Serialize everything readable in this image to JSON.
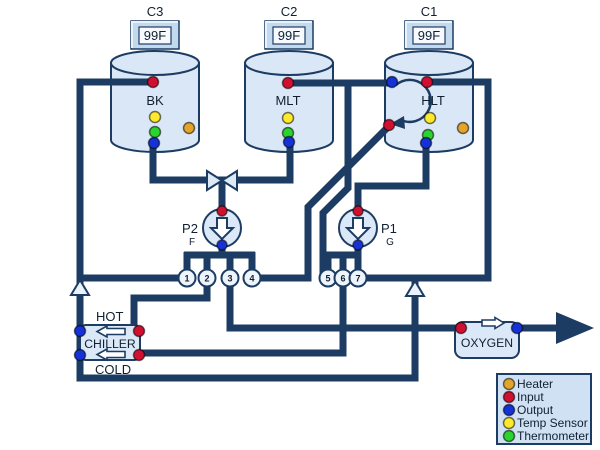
{
  "controllers": {
    "c3": {
      "name": "C3",
      "reading": "99F"
    },
    "c2": {
      "name": "C2",
      "reading": "99F"
    },
    "c1": {
      "name": "C1",
      "reading": "99F"
    }
  },
  "vessels": {
    "bk": {
      "name": "BK"
    },
    "mlt": {
      "name": "MLT"
    },
    "hlt": {
      "name": "HLT"
    }
  },
  "pumps": {
    "p2": {
      "name": "P2",
      "tag": "F"
    },
    "p1": {
      "name": "P1",
      "tag": "G"
    }
  },
  "valves": {
    "numbers": [
      "1",
      "2",
      "3",
      "4",
      "5",
      "6",
      "7"
    ]
  },
  "chiller": {
    "label": "CHILLER",
    "top_label": "HOT",
    "bottom_label": "COLD"
  },
  "oxygen": {
    "label": "OXYGEN"
  },
  "legend": {
    "items": [
      {
        "label": "Heater",
        "color": "#e2a42b"
      },
      {
        "label": "Input",
        "color": "#d01030"
      },
      {
        "label": "Output",
        "color": "#1532d6"
      },
      {
        "label": "Temp Sensor",
        "color": "#ffe92e"
      },
      {
        "label": "Thermometer",
        "color": "#2ad32e"
      }
    ]
  },
  "colors": {
    "pipe": "#1d3c63",
    "heater": "#e2a42b",
    "input": "#d01030",
    "output": "#1532d6",
    "temp_sensor": "#ffe92e",
    "thermometer": "#2ad32e"
  }
}
